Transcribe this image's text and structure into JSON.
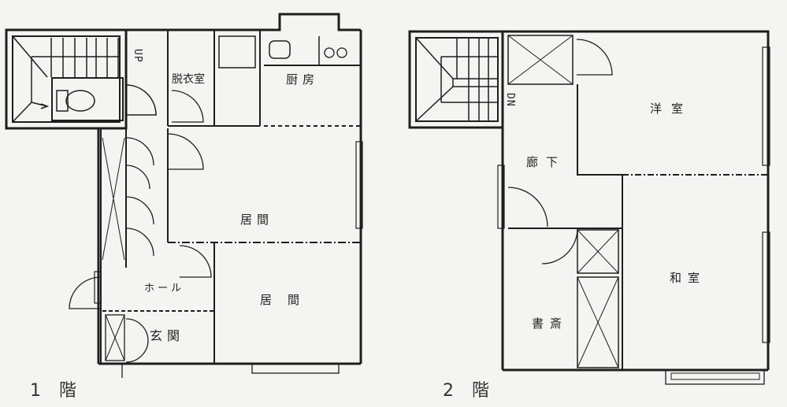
{
  "floor1": {
    "title": "1 階",
    "rooms": {
      "dressing": "脱衣室",
      "kitchen": "厨房",
      "living": "居間",
      "living2": "居間",
      "hall": "ホール",
      "entrance": "玄関"
    },
    "stair": "UP"
  },
  "floor2": {
    "title": "2 階",
    "rooms": {
      "western": "洋室",
      "corridor": "廊下",
      "japanese": "和室",
      "study": "書斎"
    },
    "stair": "DN"
  },
  "colors": {
    "line": "#1e1e1e",
    "paper": "#f4f4f2"
  }
}
